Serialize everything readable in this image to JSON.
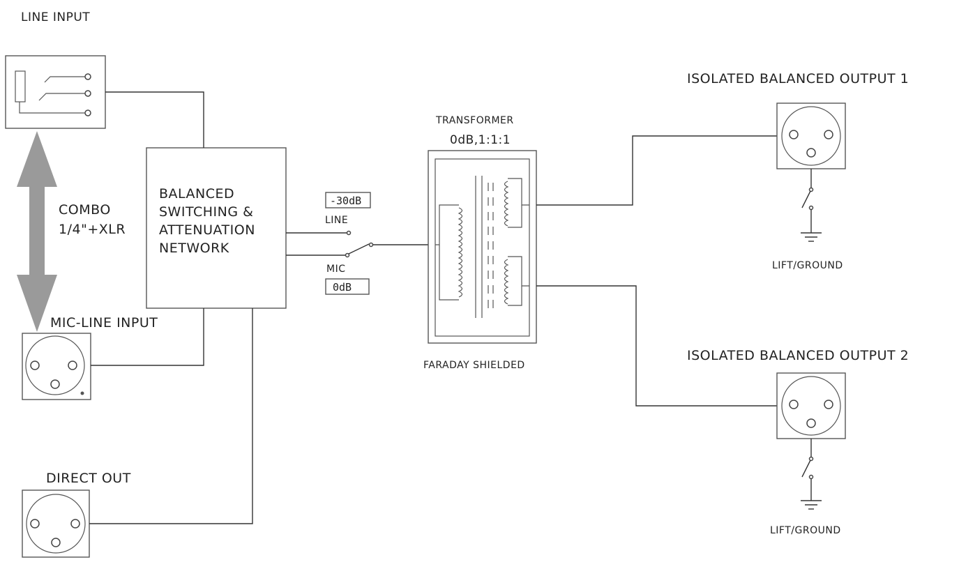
{
  "labels": {
    "line_input": "LINE INPUT",
    "combo_line1": "COMBO",
    "combo_line2": "1/4\"+XLR",
    "mic_line_input": "MIC-LINE INPUT",
    "direct_out": "DIRECT OUT",
    "network_line1": "BALANCED",
    "network_line2": "SWITCHING &",
    "network_line3": "ATTENUATION",
    "network_line4": "NETWORK",
    "line_pad": "-30dB",
    "line_tap": "LINE",
    "mic_tap": "MIC",
    "mic_pad": "0dB",
    "transformer_title": "TRANSFORMER",
    "transformer_spec": "0dB,1:1:1",
    "faraday": "FARADAY SHIELDED",
    "output_1": "ISOLATED BALANCED OUTPUT 1",
    "output_2": "ISOLATED BALANCED OUTPUT 2",
    "lift_ground_1": "LIFT/GROUND",
    "lift_ground_2": "LIFT/GROUND"
  },
  "icons": {
    "combo_arrow": "double-arrow-icon",
    "xlr": "xlr-connector-icon",
    "jack": "quarter-inch-jack-icon",
    "switch": "switch-icon",
    "ground": "ground-symbol-icon",
    "coil": "transformer-coil-icon"
  },
  "colors": {
    "line": "#333333",
    "arrow": "#9a9a9a",
    "text": "#222222"
  }
}
